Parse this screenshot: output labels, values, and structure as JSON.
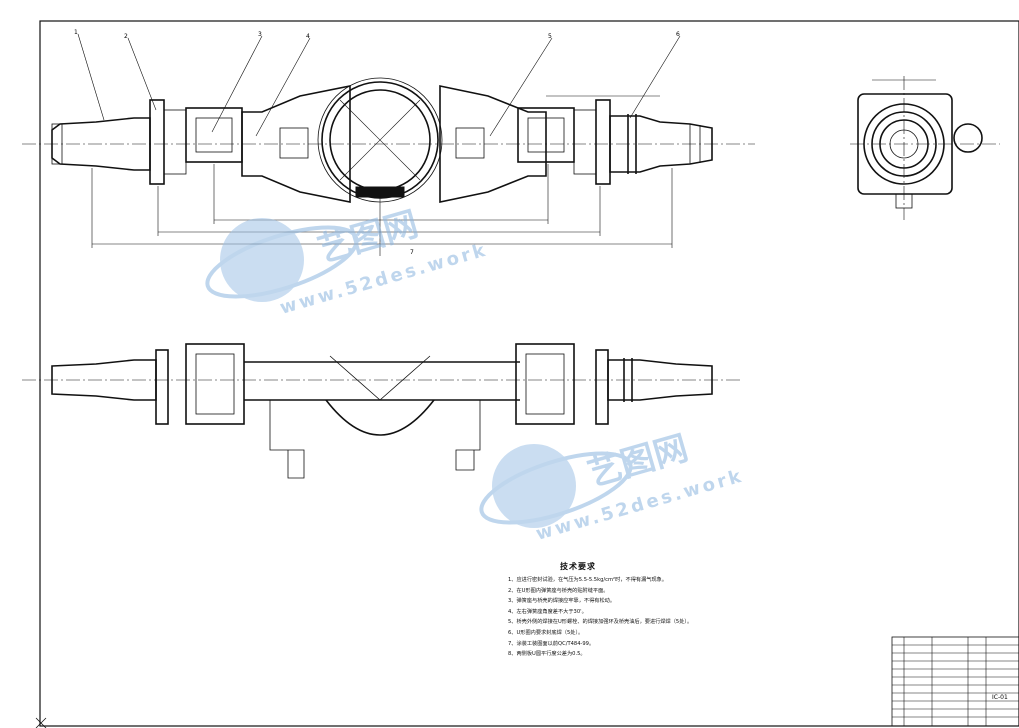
{
  "technical_requirements": {
    "title": "技术要求",
    "items": [
      "1、应进行密封试验，在气压为5.5-5.5kg/cm²时，不得有漏气现象。",
      "2、在U形图内弹簧座与桥壳的贴附缝平面。",
      "3、弹簧座与桥壳的焊接应牢靠，不得有松动。",
      "4、左右弹簧座角度差不大于30'。",
      "5、桥壳外侧的焊接在U形螺栓、的焊接加强环及桥壳油后，要进行焊焊（5处）。",
      "6、U形圈内要求封底焊（5处）。",
      "7、涂装工装图面以前QC/T484-99。",
      "8、两侧板U圆平行度公差为0.5。"
    ]
  },
  "watermark": {
    "brand": "艺图网",
    "url": "www.52des.work"
  },
  "balloons": [
    "1",
    "2",
    "3",
    "4",
    "5",
    "6",
    "7"
  ],
  "title_block": {
    "drawing_no": "IC-01"
  }
}
